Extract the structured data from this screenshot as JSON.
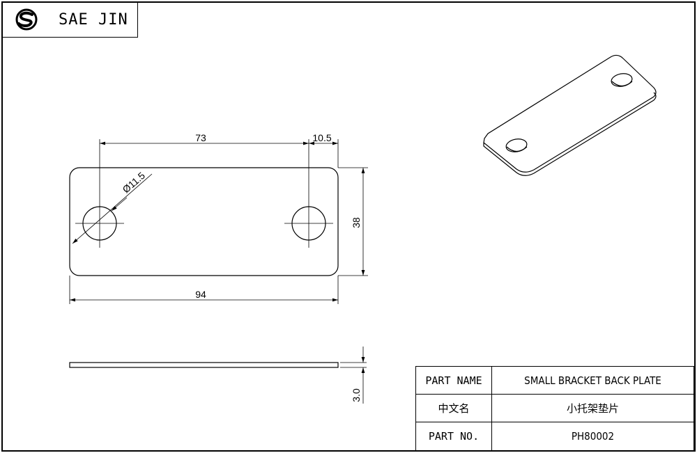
{
  "brand": {
    "name": "SAE JIN"
  },
  "drawing": {
    "dim_hole_spacing": "73",
    "dim_edge_offset": "10.5",
    "dim_hole_diameter": "Ø11.5",
    "dim_height": "38",
    "dim_length": "94",
    "dim_thickness": "3.0"
  },
  "title_block": {
    "rows": [
      {
        "label": "PART NAME",
        "value": "SMALL BRACKET BACK PLATE"
      },
      {
        "label": "中文名",
        "value": "小托架垫片"
      },
      {
        "label": "PART NO.",
        "value": "PH80002"
      }
    ]
  }
}
